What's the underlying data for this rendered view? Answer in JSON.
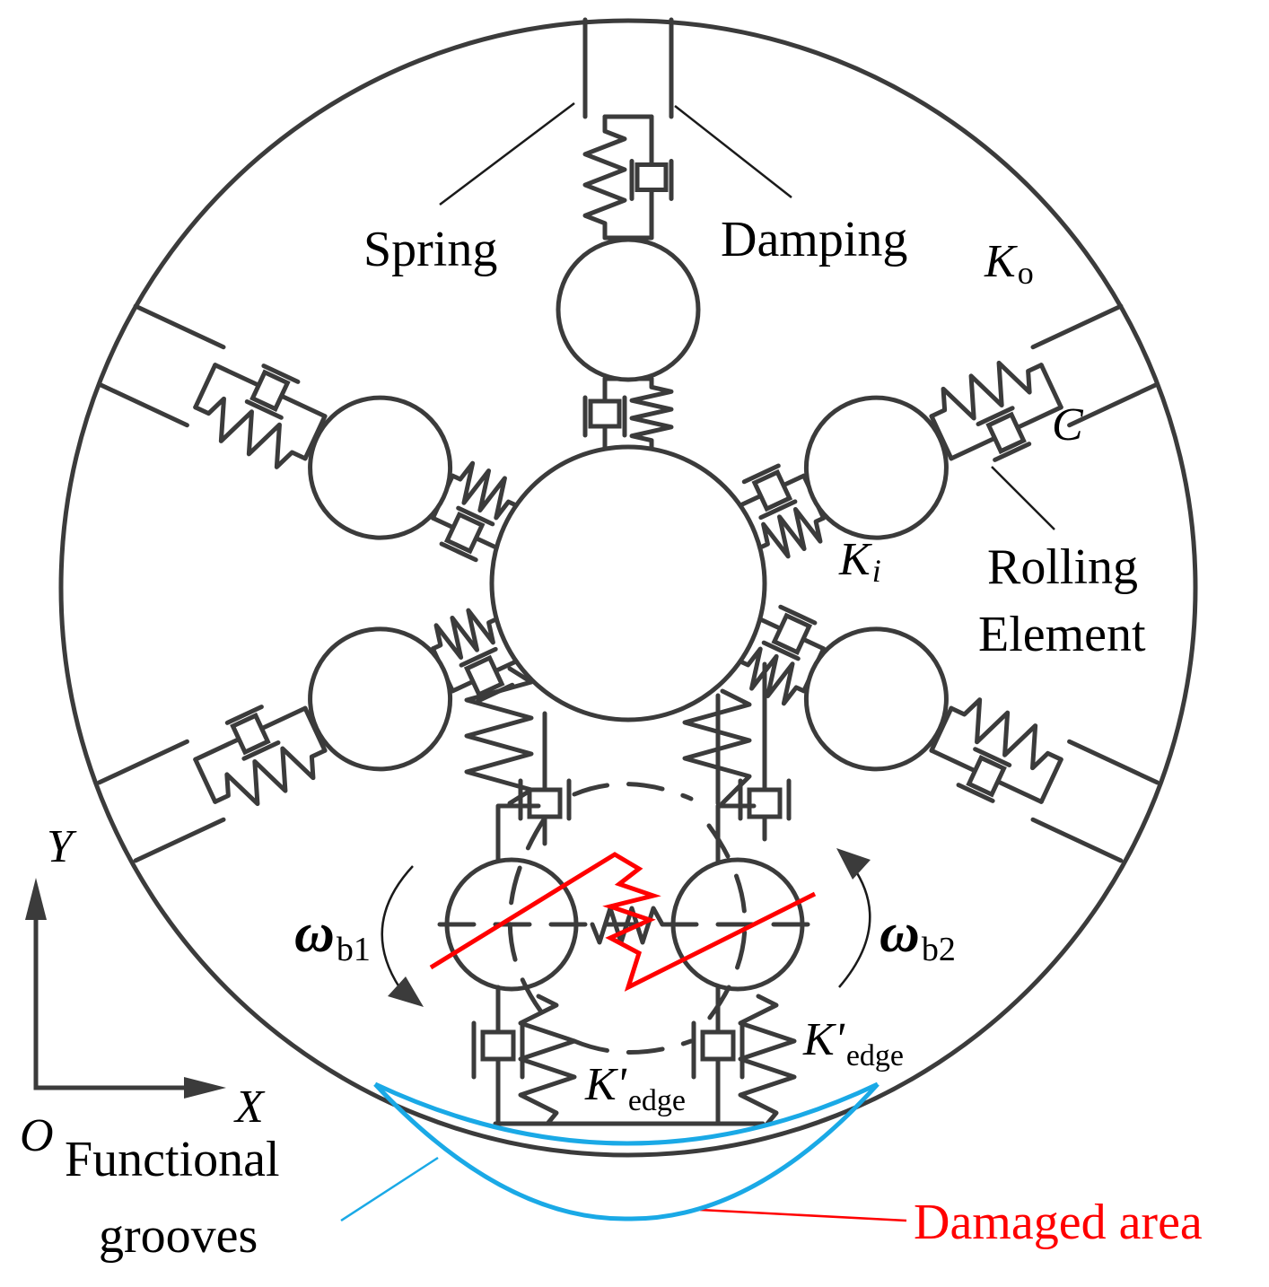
{
  "labels": {
    "spring": "Spring",
    "damping": "Damping",
    "k_o_main": "K",
    "k_o_sub": "o",
    "c": "C",
    "k_i_main": "K",
    "k_i_sub": "i",
    "rolling": "Rolling",
    "element": "Element",
    "omega_b1_main": "ω",
    "omega_b1_sub": "b1",
    "omega_b2_main": "ω",
    "omega_b2_sub": "b2",
    "k_edge_left_main": "K'",
    "k_edge_left_sub": "edge",
    "k_edge_right_main": "K'",
    "k_edge_right_sub": "edge",
    "axis_y": "Y",
    "axis_x": "X",
    "origin": "O",
    "functional": "Functional",
    "grooves": "grooves",
    "damaged_area": "Damaged area"
  },
  "colors": {
    "ink": "#3b3b3b",
    "damage": "#ff0000",
    "groove": "#1aa9e6"
  }
}
